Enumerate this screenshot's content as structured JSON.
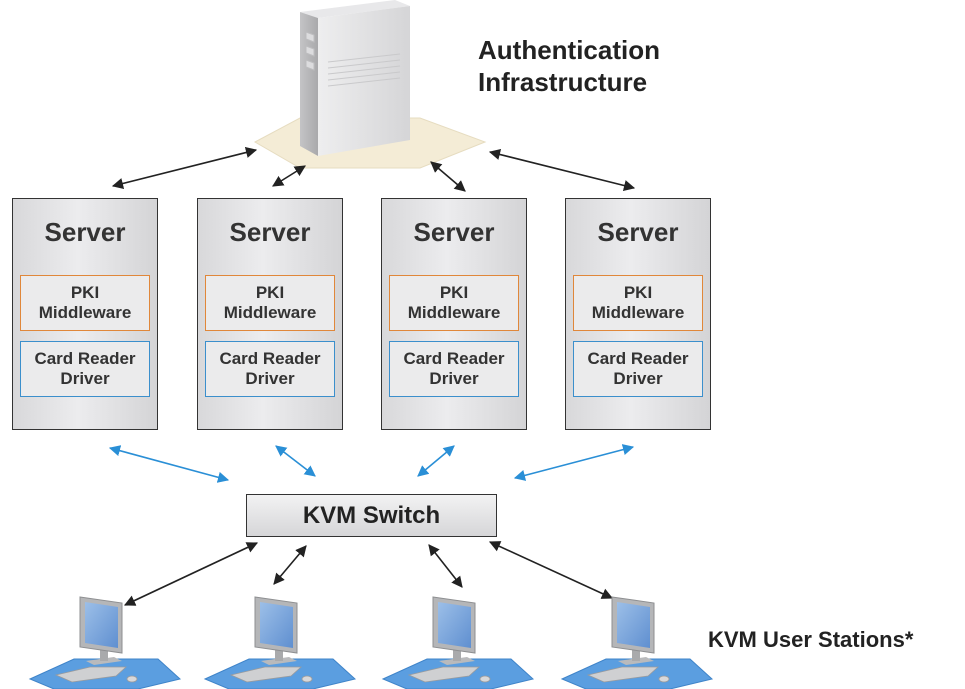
{
  "authentication": {
    "line1": "Authentication",
    "line2": "Infrastructure"
  },
  "servers": [
    {
      "title": "Server",
      "middleware_line1": "PKI",
      "middleware_line2": "Middleware",
      "driver_line1": "Card Reader",
      "driver_line2": "Driver"
    },
    {
      "title": "Server",
      "middleware_line1": "PKI",
      "middleware_line2": "Middleware",
      "driver_line1": "Card Reader",
      "driver_line2": "Driver"
    },
    {
      "title": "Server",
      "middleware_line1": "PKI",
      "middleware_line2": "Middleware",
      "driver_line1": "Card Reader",
      "driver_line2": "Driver"
    },
    {
      "title": "Server",
      "middleware_line1": "PKI",
      "middleware_line2": "Middleware",
      "driver_line1": "Card Reader",
      "driver_line2": "Driver"
    }
  ],
  "kvm_switch": {
    "label": "KVM Switch"
  },
  "user_stations": {
    "label": "KVM User Stations*"
  },
  "colors": {
    "black_arrow": "#222222",
    "blue_arrow": "#2a8fd6",
    "middleware_border": "#e0873a",
    "driver_border": "#3b8fcc",
    "monitor_screen": "#7ea9dc",
    "desk_mat": "#5b9ee0"
  },
  "icons": [
    "authentication-server-icon",
    "workstation-icon"
  ]
}
